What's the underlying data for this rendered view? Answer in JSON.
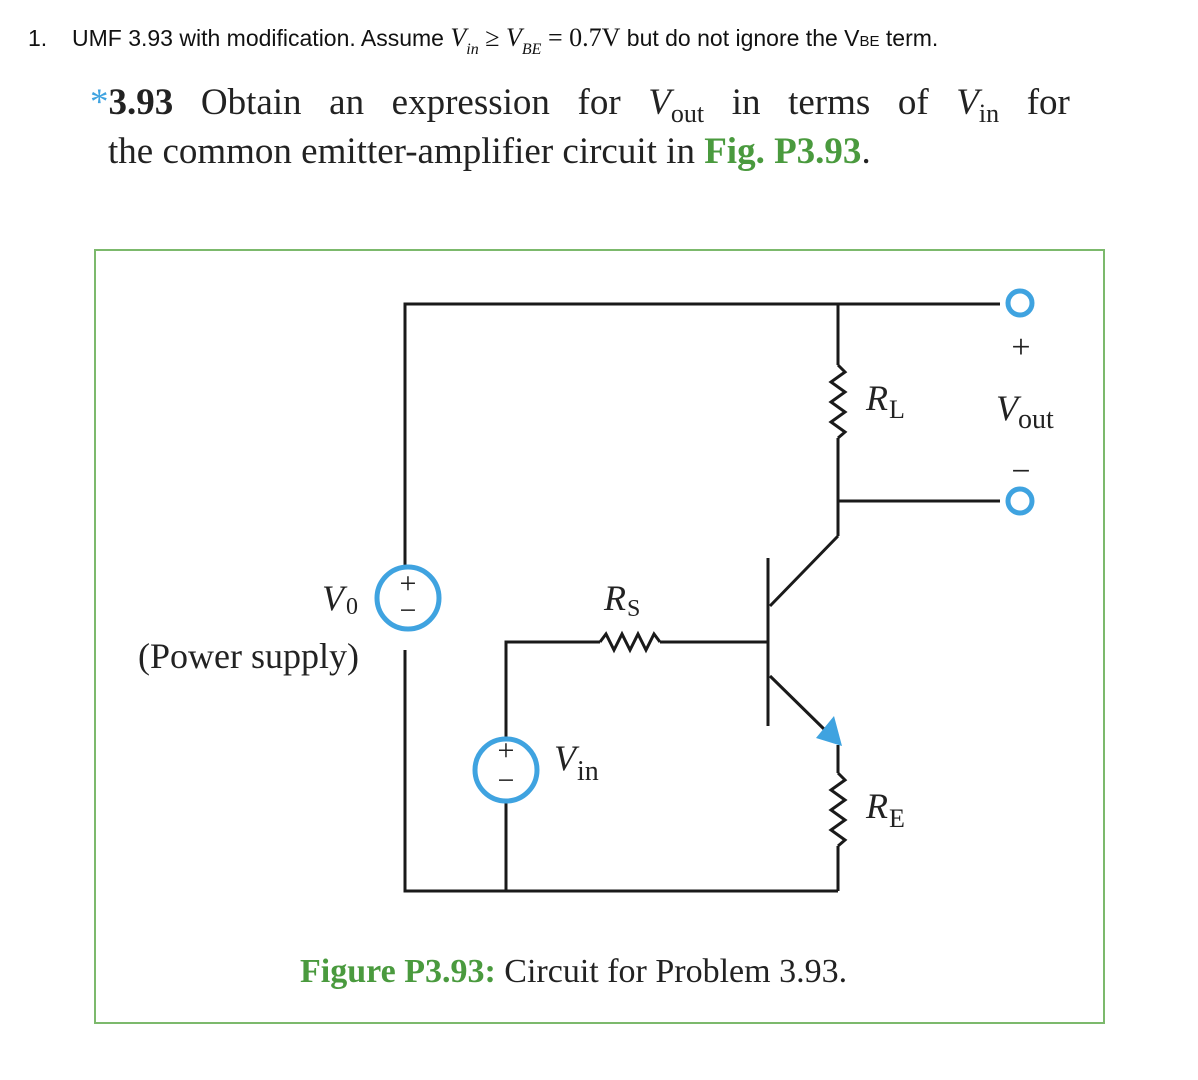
{
  "question": {
    "number": "1.",
    "text_before": "UMF 3.93 with modification. Assume",
    "var_v": "V",
    "sub_in": "in",
    "op_ge": "≥",
    "sub_be": "BE",
    "eq_value": "= 0.7V",
    "text_after": "but do not ignore the V",
    "vbe_sub": "BE",
    "text_end": " term."
  },
  "problem": {
    "star": "*",
    "number": "3.93",
    "w1": "Obtain",
    "w2": "an",
    "w3": "expression",
    "w4": "for",
    "vout_v": "V",
    "vout_sub": "out",
    "w5": "in",
    "w6": "terms",
    "w7": "of",
    "vin_v": "V",
    "vin_sub": "in",
    "w8": "for",
    "line2_text": "the common emitter-amplifier circuit in ",
    "fig_ref": "Fig. P3.93",
    "line2_end": "."
  },
  "figure": {
    "label_v0": "V",
    "label_v0_sub": "0",
    "label_power_supply": "(Power supply)",
    "label_rs": "R",
    "label_rs_sub": "S",
    "label_rl": "R",
    "label_rl_sub": "L",
    "label_re": "R",
    "label_re_sub": "E",
    "label_vin": "V",
    "label_vin_sub": "in",
    "label_vout": "V",
    "label_vout_sub": "out",
    "plus": "+",
    "minus": "−",
    "caption_bold": "Figure P3.93:",
    "caption_rest": " Circuit for Problem 3.93."
  },
  "colors": {
    "accent_blue": "#3fa3e0",
    "accent_green": "#4a9a3e",
    "box_border": "#7cb96c",
    "wire": "#1a1a1a"
  }
}
